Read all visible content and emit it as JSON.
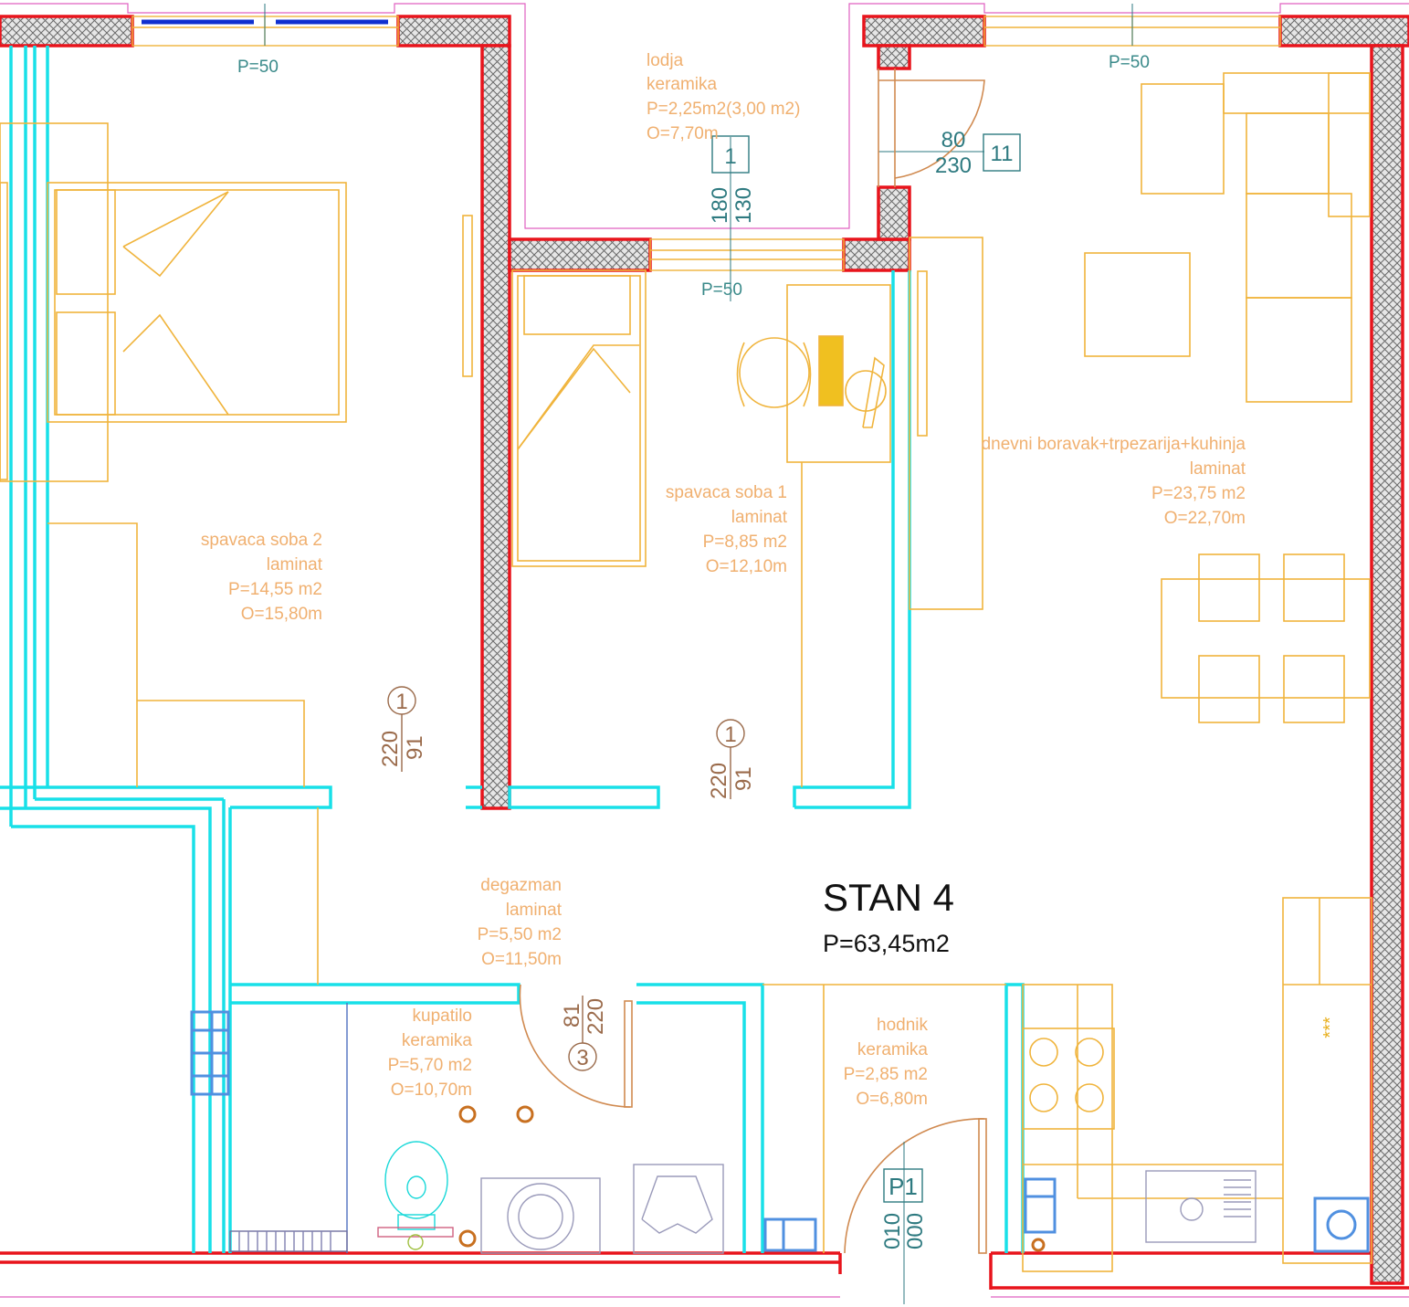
{
  "plan": {
    "title": "STAN 4",
    "total_area": "P=63,45m2",
    "window_marks": {
      "bedroom2": "P=50",
      "living": "P=50",
      "bedroom1": "P=50"
    },
    "rooms": {
      "lodja": {
        "name": "lodja",
        "floor": "keramika",
        "area": "P=2,25m2(3,00 m2)",
        "perimeter": "O=7,70m"
      },
      "bedroom2": {
        "name": "spavaca soba 2",
        "floor": "laminat",
        "area": "P=14,55 m2",
        "perimeter": "O=15,80m"
      },
      "bedroom1": {
        "name": "spavaca soba 1",
        "floor": "laminat",
        "area": "P=8,85 m2",
        "perimeter": "O=12,10m"
      },
      "living": {
        "name": "dnevni boravak+trpezarija+kuhinja",
        "floor": "laminat",
        "area": "P=23,75 m2",
        "perimeter": "O=22,70m"
      },
      "degazman": {
        "name": "degazman",
        "floor": "laminat",
        "area": "P=5,50 m2",
        "perimeter": "O=11,50m"
      },
      "kupatilo": {
        "name": "kupatilo",
        "floor": "keramika",
        "area": "P=5,70 m2",
        "perimeter": "O=10,70m"
      },
      "hodnik": {
        "name": "hodnik",
        "floor": "keramika",
        "area": "P=2,85 m2",
        "perimeter": "O=6,80m"
      }
    },
    "door_marks": {
      "lodja_door_num": "1",
      "lodja_door_h": "180",
      "lodja_door_w": "130",
      "balcony_door_w": "80",
      "balcony_door_h": "230",
      "balcony_door_num": "11",
      "bed2_door_num": "1",
      "bed2_door_h": "220",
      "bed2_door_w": "91",
      "bed1_door_num": "1",
      "bed1_door_h": "220",
      "bed1_door_w": "91",
      "bath_door_num": "3",
      "bath_door_w": "81",
      "bath_door_h": "220",
      "entry_tag": "P1",
      "entry_w": "010",
      "entry_h": "000"
    },
    "stove_marks": "***"
  },
  "colors": {
    "wall_red": "#e8141c",
    "hatch": "#7a7a7a",
    "partition": "#18e0e8",
    "furniture": "#f0b43c",
    "label": "#f0b070",
    "dimension": "#9a6a4a",
    "window_blue": "#1030d0"
  }
}
